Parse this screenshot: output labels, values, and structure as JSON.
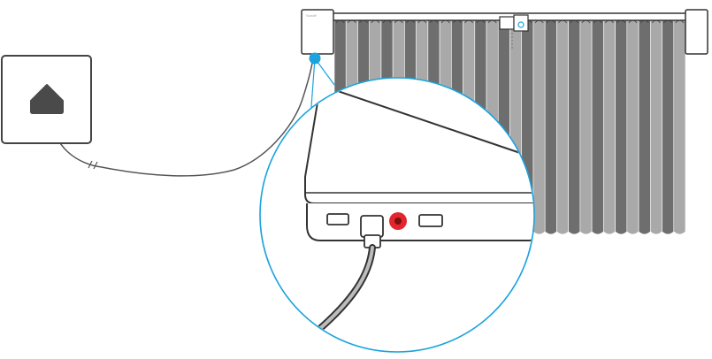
{
  "diagram": {
    "motor_brand_label": "Sonoff",
    "components": {
      "wall_socket": "wall-socket-icon",
      "power_cable": "cable",
      "curtain_motor": "motor-box",
      "curtain": "curtain",
      "rail": "rail",
      "magnifier": "zoom-callout"
    },
    "colors": {
      "accent": "#1aa3dc",
      "curtain_dark": "#6e6e6e",
      "curtain_light": "#a9a9a9",
      "outline": "#333333",
      "indicator": "#e3262d"
    }
  }
}
